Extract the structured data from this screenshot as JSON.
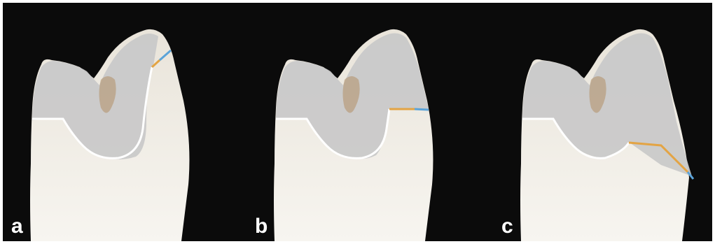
{
  "panels": [
    {
      "label": "a"
    },
    {
      "label": "b"
    },
    {
      "label": "c"
    }
  ],
  "colors": {
    "background": "#0b0b0b",
    "enamel": "#c8c8c8",
    "dentin": "#f1ece2",
    "pulp_stain": "#a8855a",
    "margin_orange": "#e3a444",
    "margin_blue": "#5ba3d8"
  }
}
